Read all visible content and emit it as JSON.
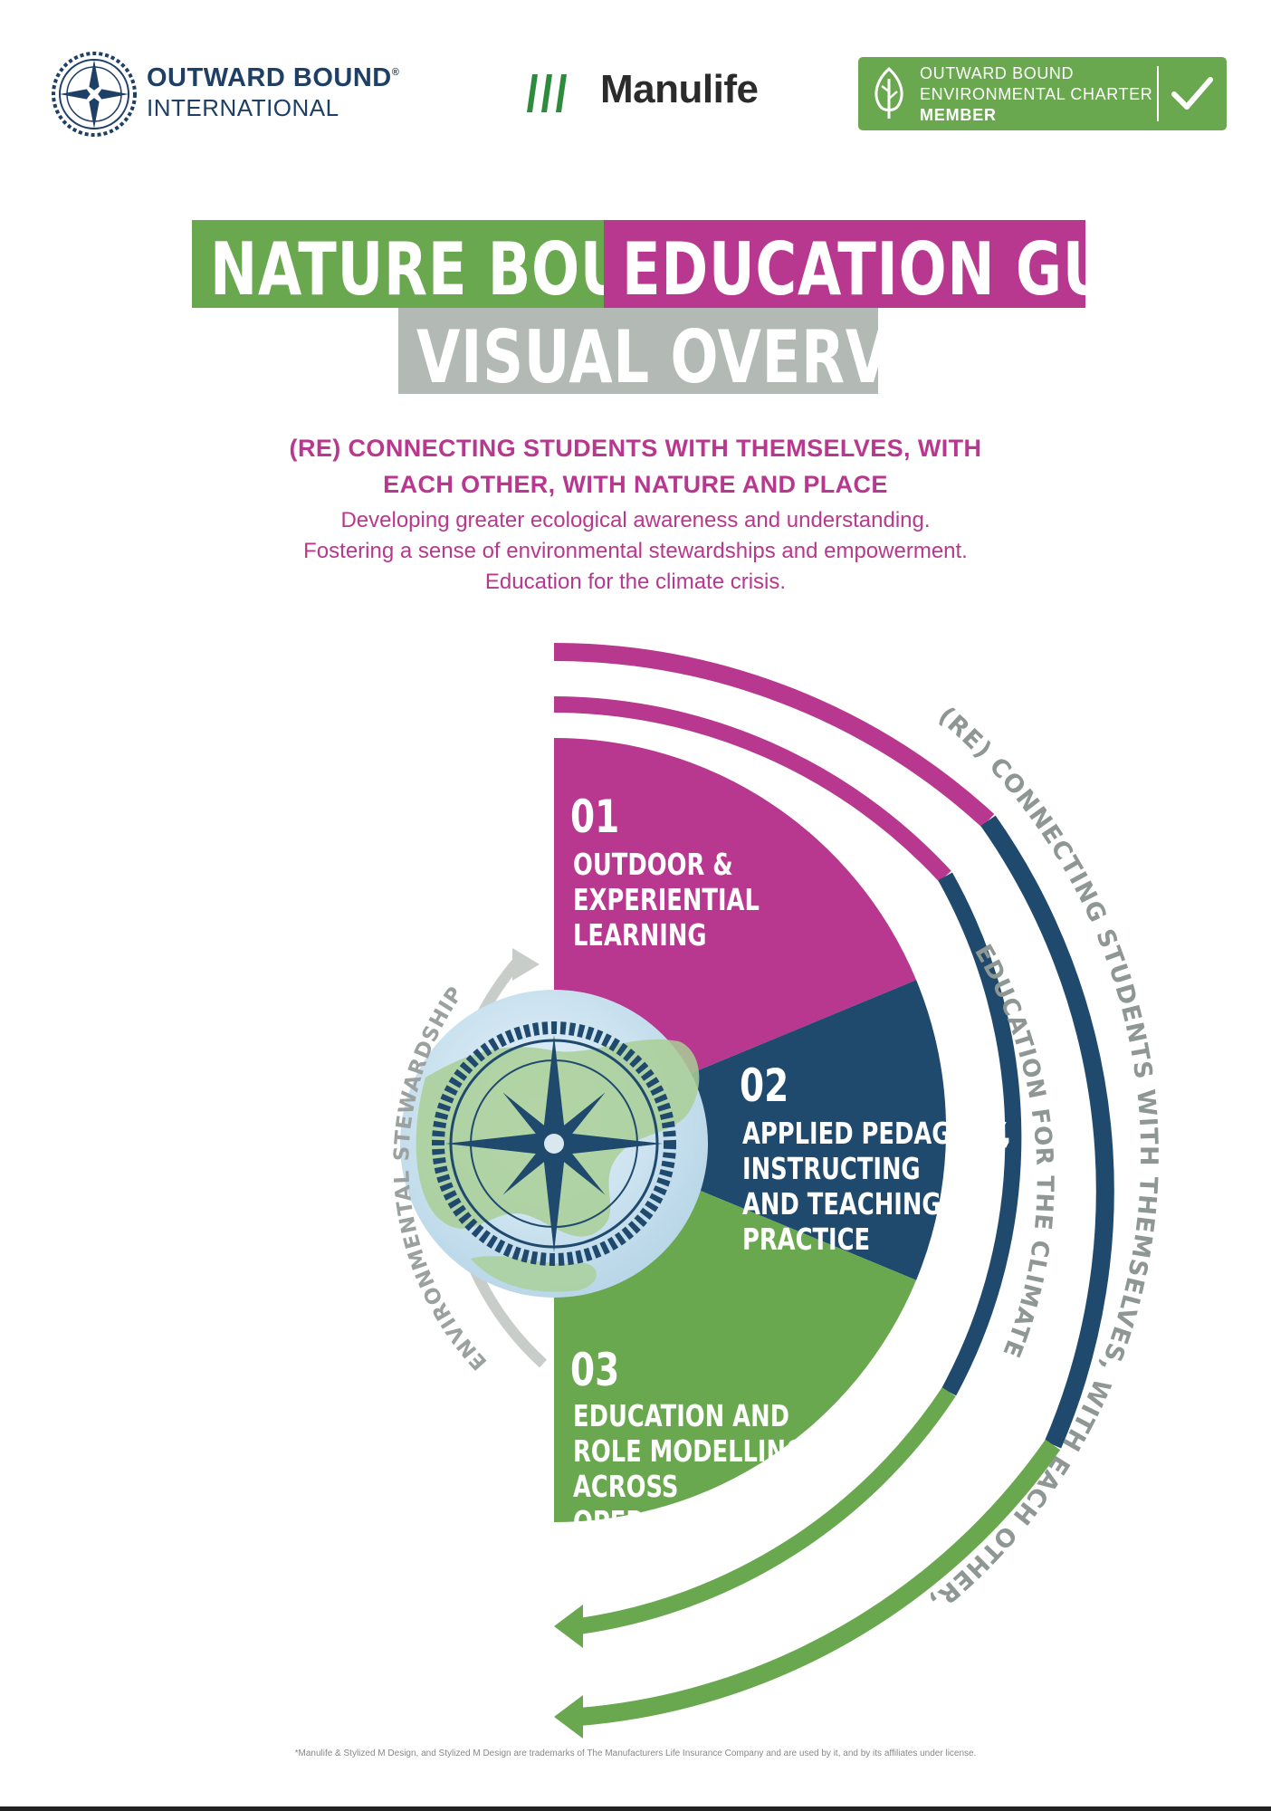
{
  "header": {
    "obi_logo": {
      "line1": "OUTWARD BOUND",
      "registered_mark": "®",
      "line2": "INTERNATIONAL",
      "icon": "compass-rose-icon"
    },
    "manulife_logo": {
      "text": "Manulife",
      "icon": "stylized-m-icon"
    },
    "charter_badge": {
      "line1": "OUTWARD BOUND",
      "line2": "ENVIRONMENTAL CHARTER",
      "line3": "MEMBER",
      "icon": "leaf-icon",
      "check_icon": "checkmark-icon"
    }
  },
  "title": {
    "part1": "NATURE BOUND",
    "part2": "EDUCATION GUIDE",
    "part3": "VISUAL OVERVIEW"
  },
  "tagline": {
    "line1": "(RE) CONNECTING STUDENTS WITH THEMSELVES, WITH",
    "line2": "EACH OTHER, WITH NATURE AND PLACE"
  },
  "subline": {
    "line1": "Developing greater ecological awareness and understanding.",
    "line2": "Fostering a sense of environmental stewardships and empowerment.",
    "line3": "Education for the climate crisis."
  },
  "diagram": {
    "segments": [
      {
        "number": "01",
        "lines": [
          "OUTDOOR &",
          "EXPERIENTIAL",
          "LEARNING"
        ],
        "color": "#b8388f"
      },
      {
        "number": "02",
        "lines": [
          "APPLIED PEDAGOGY,",
          "INSTRUCTING",
          "AND TEACHING",
          "PRACTICE"
        ],
        "color": "#1f4a6e"
      },
      {
        "number": "03",
        "lines": [
          "EDUCATION AND",
          "ROLE MODELLING",
          "ACROSS",
          "OPERATIONS"
        ],
        "color": "#6aa84f"
      }
    ],
    "outer_arc_text": "(RE) CONNECTING STUDENTS WITH THEMSELVES, WITH EACH OTHER, WITH NATURE AND PLACE",
    "inner_arc_text": "EDUCATION FOR THE CLIMATE CRISIS",
    "left_arc_text": "ENVIRONMENTAL STEWARDSHIP & EMPOWERMENT",
    "center_icon": "globe-compass-icon",
    "colors": {
      "pink": "#b8388f",
      "navy": "#1f4a6e",
      "green": "#6aa84f",
      "gray": "#b3bab5"
    }
  },
  "footnote": "*Manulife & Stylized M Design, and Stylized M Design are trademarks of The Manufacturers Life Insurance Company and are used by it, and by its affiliates under license."
}
